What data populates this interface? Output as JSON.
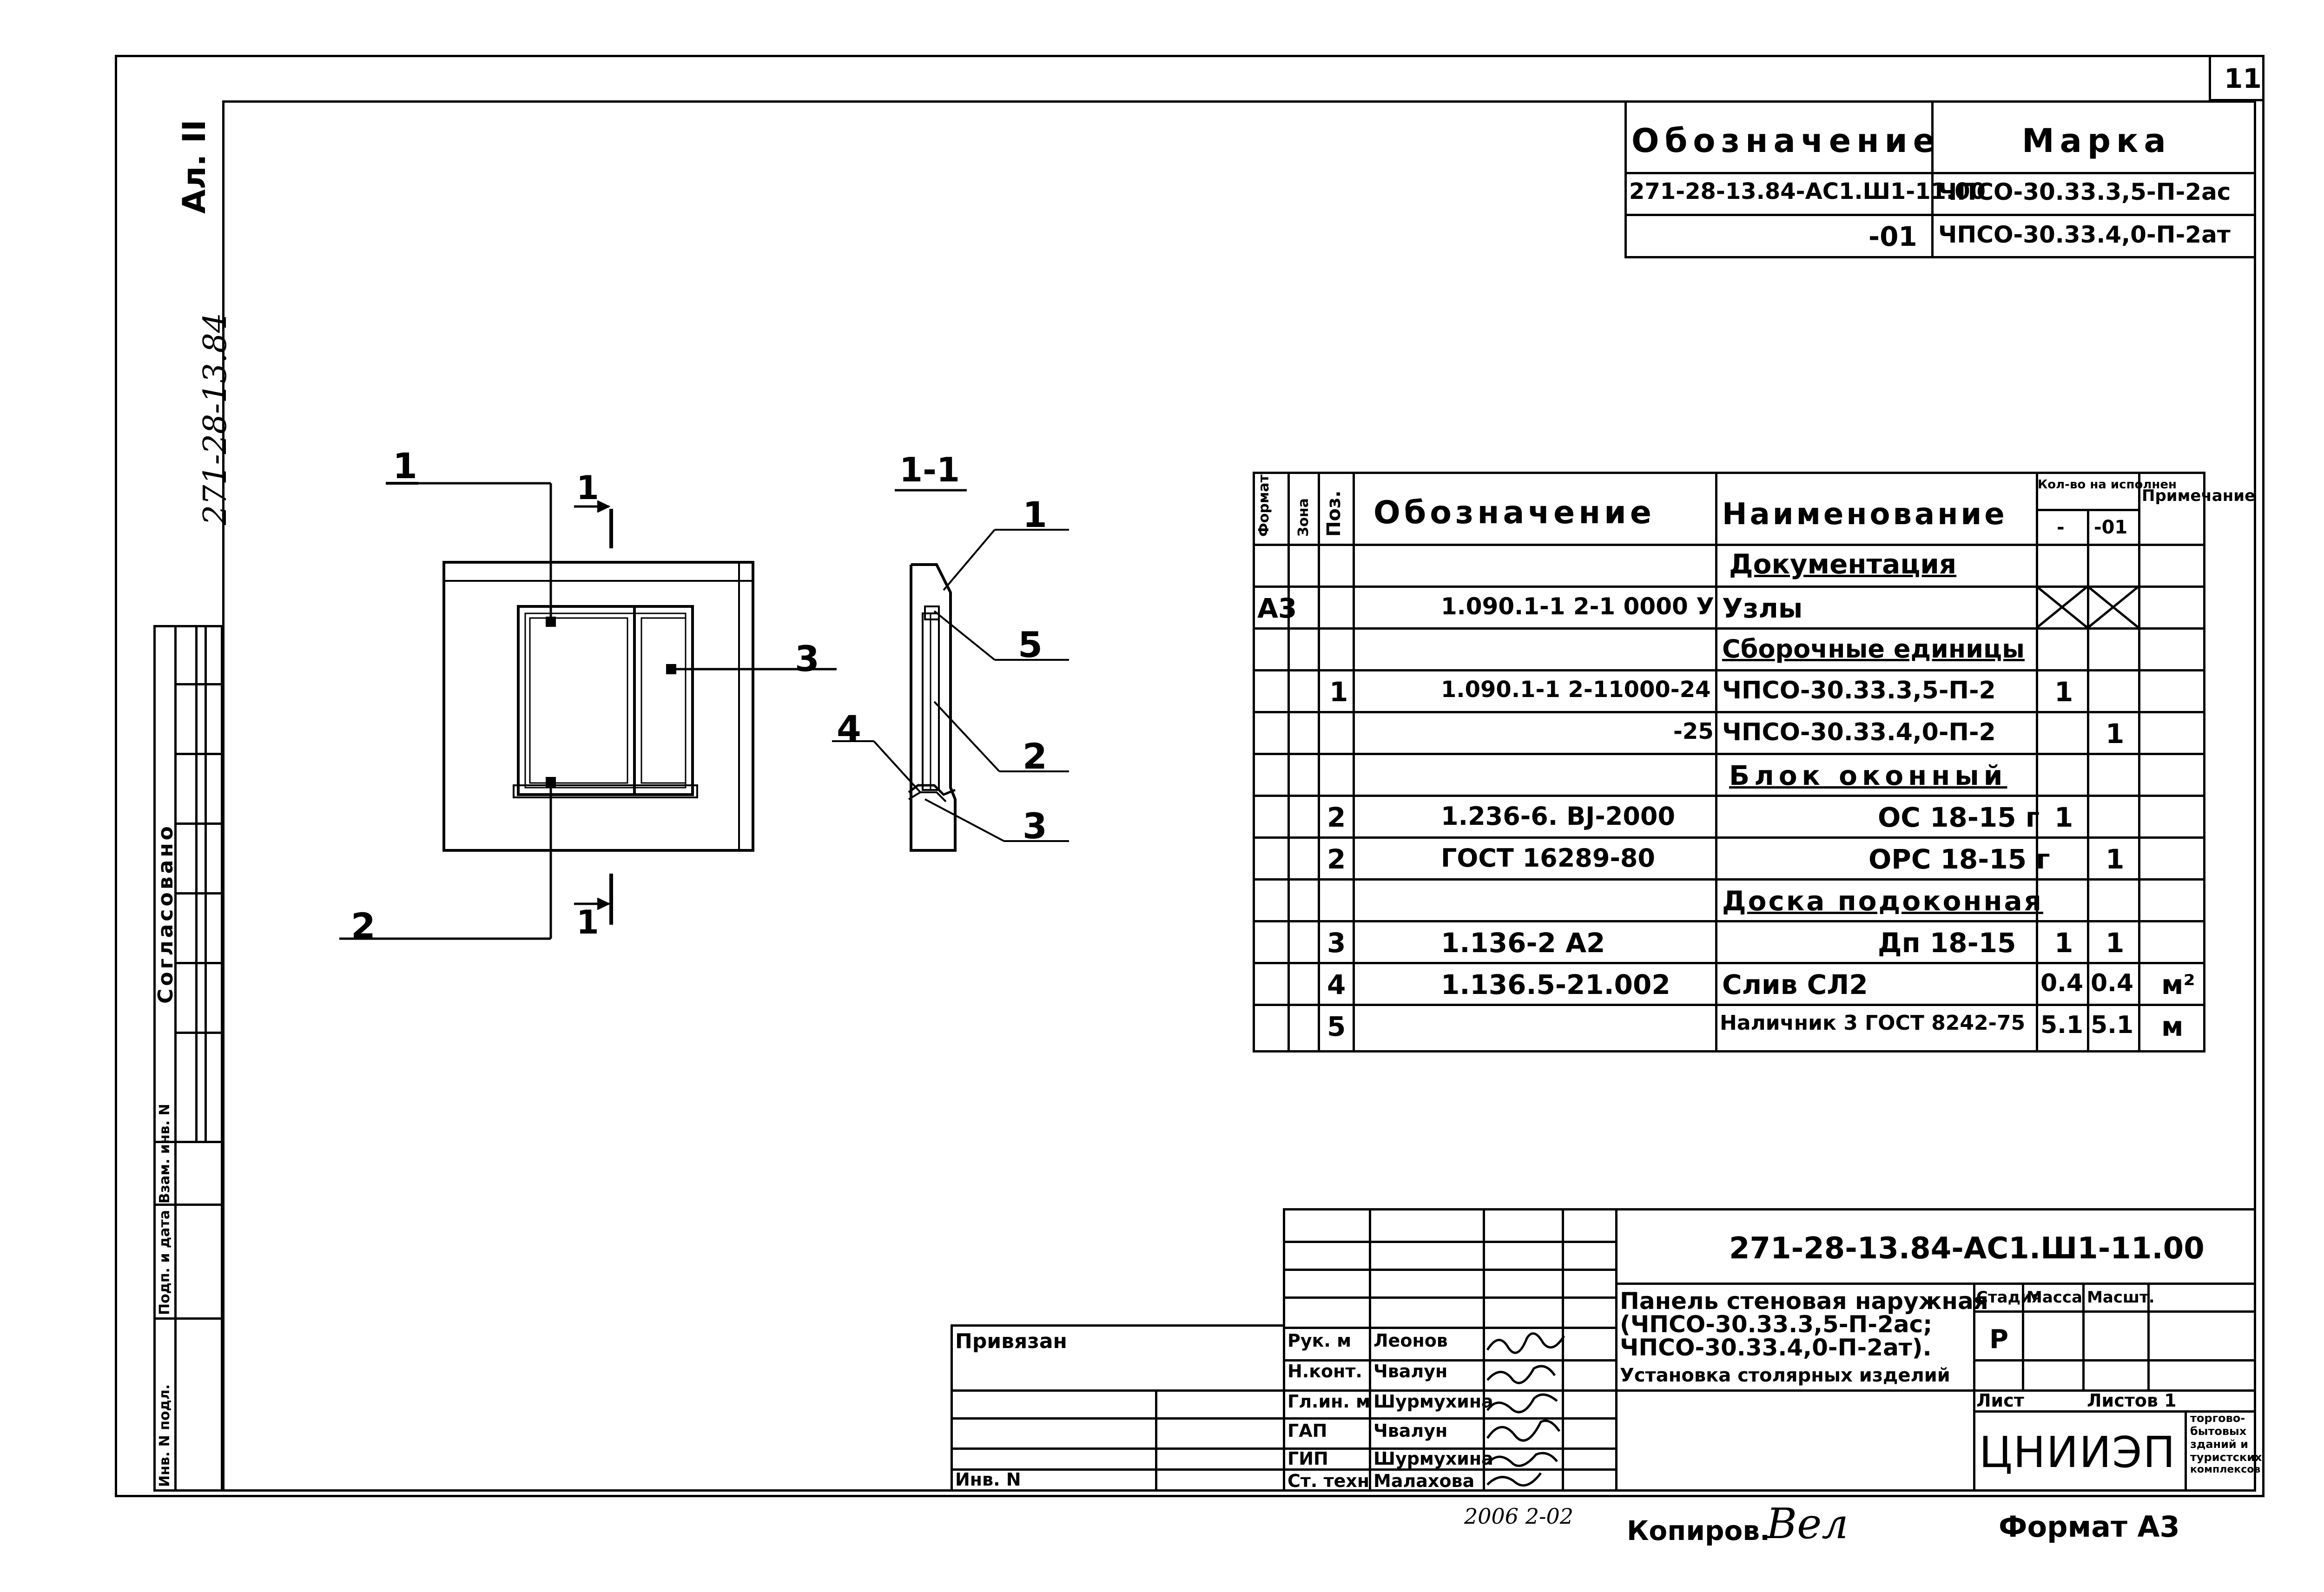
{
  "sheet": {
    "page_number": "11",
    "album_mark": "Ал. II",
    "side_code": "271-28-13.84"
  },
  "marking_table": {
    "header_designation": "Обозначение",
    "header_mark": "Марка",
    "rows": [
      {
        "designation": "271-28-13.84-АС1.Ш1-11.00",
        "mark": "ЧПСО-30.33.3,5-П-2ас"
      },
      {
        "designation": "-01",
        "mark": "ЧПСО-30.33.4,0-П-2ат"
      }
    ]
  },
  "drawing": {
    "callouts_front": [
      "1",
      "2",
      "3"
    ],
    "section_mark": "1",
    "section_title": "1-1",
    "callouts_section": [
      "1",
      "5",
      "2",
      "3",
      "4"
    ]
  },
  "spec": {
    "headers": {
      "format": "Формат",
      "zone": "Зона",
      "pos": "Поз.",
      "designation": "Обозначение",
      "name": "Наименование",
      "qty": "Кол-во на исполнен",
      "qty_base": "-",
      "qty_01": "-01",
      "note": "Примечание"
    },
    "rows": [
      {
        "format": "",
        "pos": "",
        "designation": "",
        "name": "Документация",
        "q1": "",
        "q2": "",
        "note": "",
        "type": "section"
      },
      {
        "format": "А3",
        "pos": "",
        "designation": "1.090.1-1 2-1 0000 У",
        "name": "Узлы",
        "q1": "",
        "q2": "",
        "note": "",
        "type": "cross"
      },
      {
        "format": "",
        "pos": "",
        "designation": "",
        "name": "Сборочные единицы",
        "q1": "",
        "q2": "",
        "note": "",
        "type": "section"
      },
      {
        "format": "",
        "pos": "1",
        "designation": "1.090.1-1 2-11000-24",
        "name": "ЧПСО-30.33.3,5-П-2",
        "q1": "1",
        "q2": "",
        "note": "",
        "type": "item"
      },
      {
        "format": "",
        "pos": "",
        "designation": "-25",
        "name": "ЧПСО-30.33.4,0-П-2",
        "q1": "",
        "q2": "1",
        "note": "",
        "type": "item"
      },
      {
        "format": "",
        "pos": "",
        "designation": "",
        "name": "Блок оконный",
        "q1": "",
        "q2": "",
        "note": "",
        "type": "section"
      },
      {
        "format": "",
        "pos": "2",
        "designation": "1.236-6. ВJ-2000",
        "name": "ОС 18-15 г",
        "q1": "1",
        "q2": "",
        "note": "",
        "type": "item-right"
      },
      {
        "format": "",
        "pos": "2",
        "designation": "ГОСТ 16289-80",
        "name": "ОРС 18-15 г",
        "q1": "",
        "q2": "1",
        "note": "",
        "type": "item-right"
      },
      {
        "format": "",
        "pos": "",
        "designation": "",
        "name": "Доска подоконная",
        "q1": "",
        "q2": "",
        "note": "",
        "type": "section"
      },
      {
        "format": "",
        "pos": "3",
        "designation": "1.136-2 А2",
        "name": "Дп 18-15",
        "q1": "1",
        "q2": "1",
        "note": "",
        "type": "item-right"
      },
      {
        "format": "",
        "pos": "4",
        "designation": "1.136.5-21.002",
        "name": "Слив СЛ2",
        "q1": "0.4",
        "q2": "0.4",
        "note": "м²",
        "type": "item"
      },
      {
        "format": "",
        "pos": "5",
        "designation": "",
        "name": "Наличник 3 ГОСТ 8242-75",
        "q1": "5.1",
        "q2": "5.1",
        "note": "м",
        "type": "item"
      }
    ]
  },
  "left_strip": {
    "agreed": "Согласовано",
    "replace_inv": "Взам. инв. N",
    "sign_date": "Подп. и дата",
    "inv_orig": "Инв. N подл."
  },
  "title_block": {
    "code": "271-28-13.84-АС1.Ш1-11.00",
    "title_lines": [
      "Панель стеновая наружная",
      "(ЧПСО-30.33.3,5-П-2ас;",
      "ЧПСО-30.33.4,0-П-2ат).",
      "Установка столярных изделий"
    ],
    "stage_label": "Стадия",
    "mass_label": "Масса",
    "scale_label": "Масшт.",
    "stage_value": "Р",
    "sheet_label": "Лист",
    "sheets_label": "Листов 1",
    "org": "ЦНИИЭП",
    "org_sub": [
      "торгово-",
      "бытовых",
      "зданий и",
      "туристских",
      "комплексов"
    ],
    "binding_label": "Привязан",
    "inv_label": "Инв. N",
    "roles": [
      {
        "role": "Рук. м",
        "name": "Леонов"
      },
      {
        "role": "Н.конт.",
        "name": "Чвалун"
      },
      {
        "role": "Гл.ин. м",
        "name": "Шурмухина"
      },
      {
        "role": "ГАП",
        "name": "Чвалун"
      },
      {
        "role": "ГИП",
        "name": "Шурмухина"
      },
      {
        "role": "Ст. техн",
        "name": "Малахова"
      }
    ]
  },
  "footer": {
    "date_stamp": "2006 2-02",
    "copied": "Копиров.",
    "copied_sign": "Вел",
    "format": "Формат А3"
  }
}
